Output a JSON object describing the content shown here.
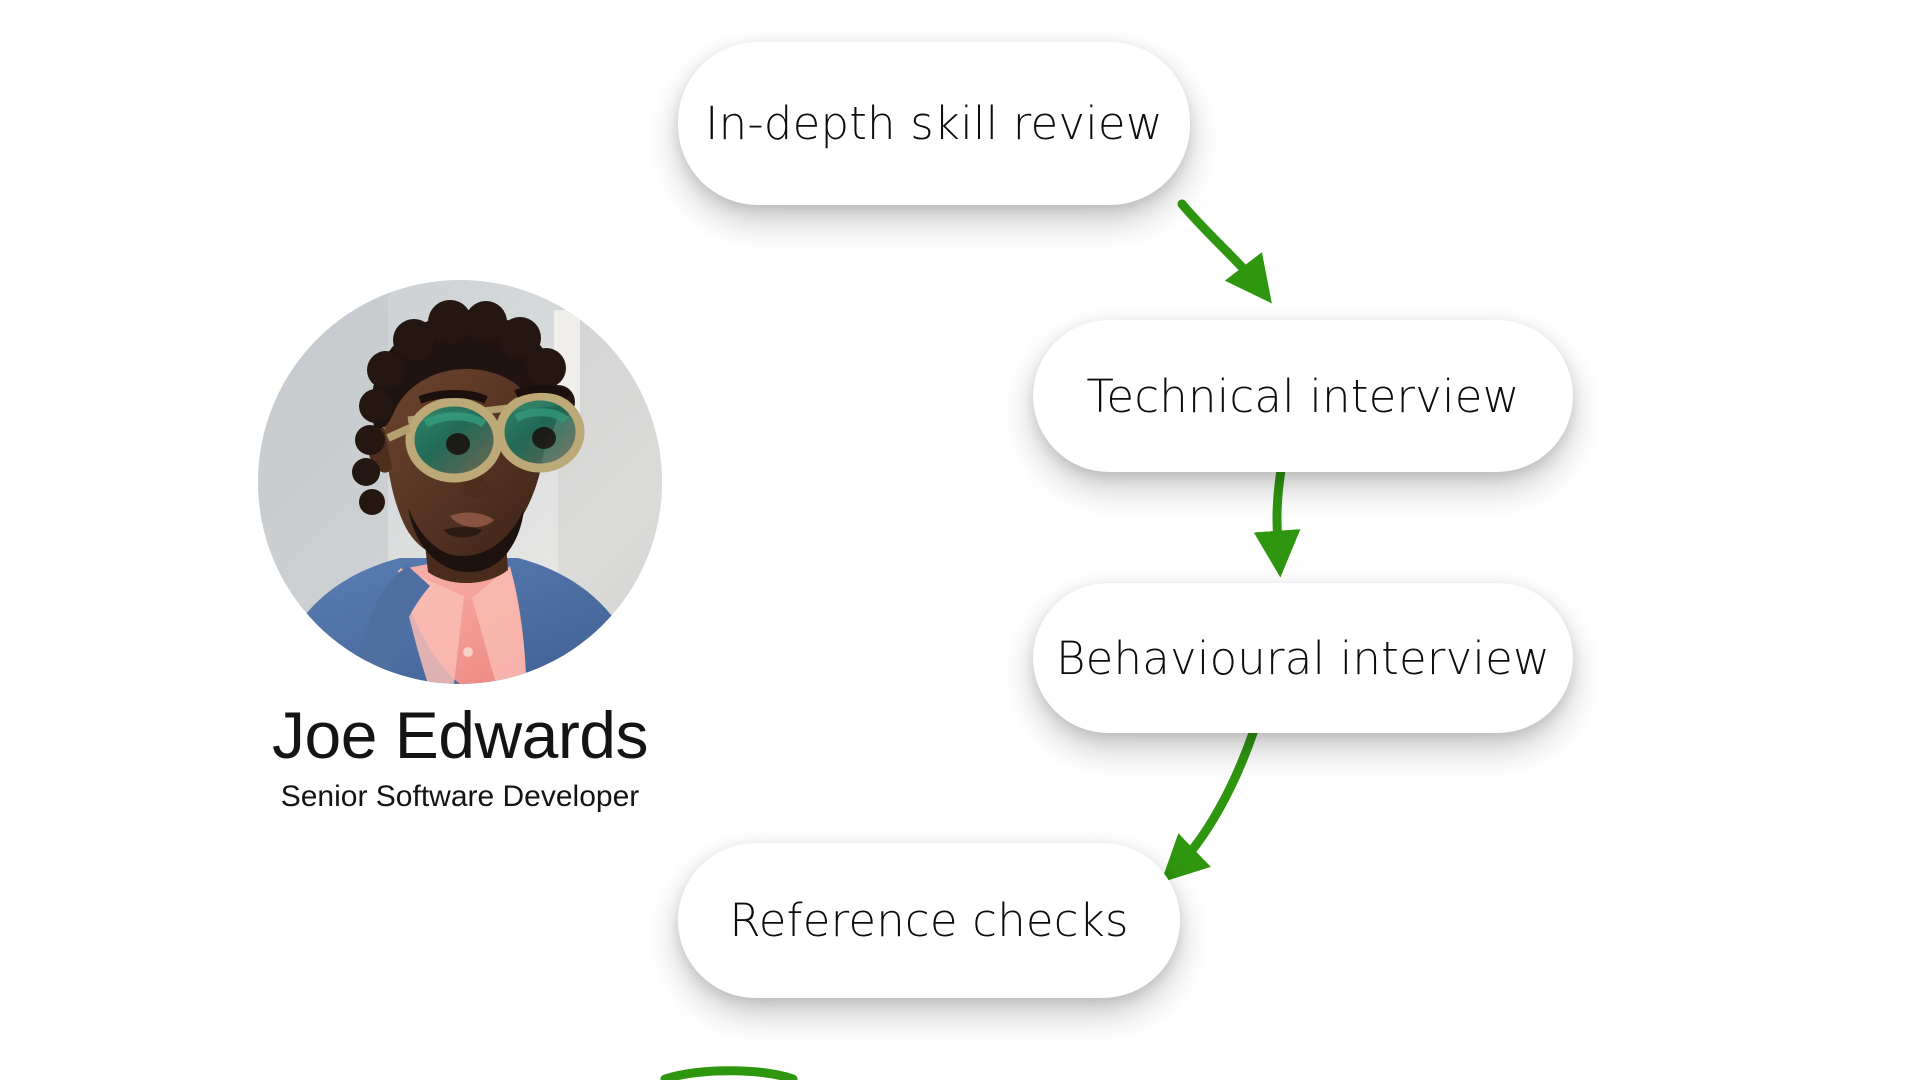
{
  "page": {
    "background_color": "#ffffff",
    "accent_color": "#2f9610",
    "text_color": "#0d0d0d"
  },
  "profile": {
    "avatar_alt": "candidate-portrait",
    "name": "Joe Edwards",
    "role": "Senior Software Developer"
  },
  "pipeline": {
    "accent_color": "#2f9610",
    "stages": [
      {
        "label": "In-depth skill review"
      },
      {
        "label": "Technical interview"
      },
      {
        "label": "Behavioural interview"
      },
      {
        "label": "Reference checks"
      }
    ],
    "connectors": [
      {
        "from": "In-depth skill review",
        "to": "Technical interview",
        "shape": "curve-down-right"
      },
      {
        "from": "Technical interview",
        "to": "Behavioural interview",
        "shape": "straight-down"
      },
      {
        "from": "Behavioural interview",
        "to": "Reference checks",
        "shape": "curve-down-left"
      },
      {
        "from": "Reference checks",
        "to": "",
        "shape": "curve-down-partial"
      }
    ]
  }
}
